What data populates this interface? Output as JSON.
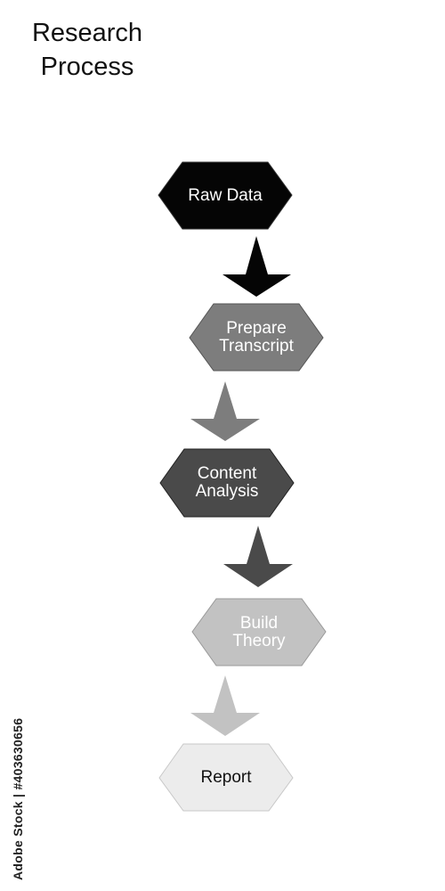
{
  "title_lines": [
    "Research",
    "Process"
  ],
  "steps": [
    {
      "lines": [
        "Raw Data"
      ],
      "fill": "#050505",
      "text_color": "#ffffff"
    },
    {
      "lines": [
        "Prepare",
        "Transcript"
      ],
      "fill": "#7d7d7d",
      "text_color": "#ffffff"
    },
    {
      "lines": [
        "Content",
        "Analysis"
      ],
      "fill": "#4a4a4a",
      "text_color": "#ffffff"
    },
    {
      "lines": [
        "Build",
        "Theory"
      ],
      "fill": "#c2c2c2",
      "text_color": "#ffffff"
    },
    {
      "lines": [
        "Report"
      ],
      "fill": "#ececec",
      "text_color": "#111111"
    }
  ],
  "arrows": [
    {
      "fill": "#050505"
    },
    {
      "fill": "#7d7d7d"
    },
    {
      "fill": "#4a4a4a"
    },
    {
      "fill": "#c2c2c2"
    }
  ],
  "watermark": "Adobe Stock | #403630656"
}
